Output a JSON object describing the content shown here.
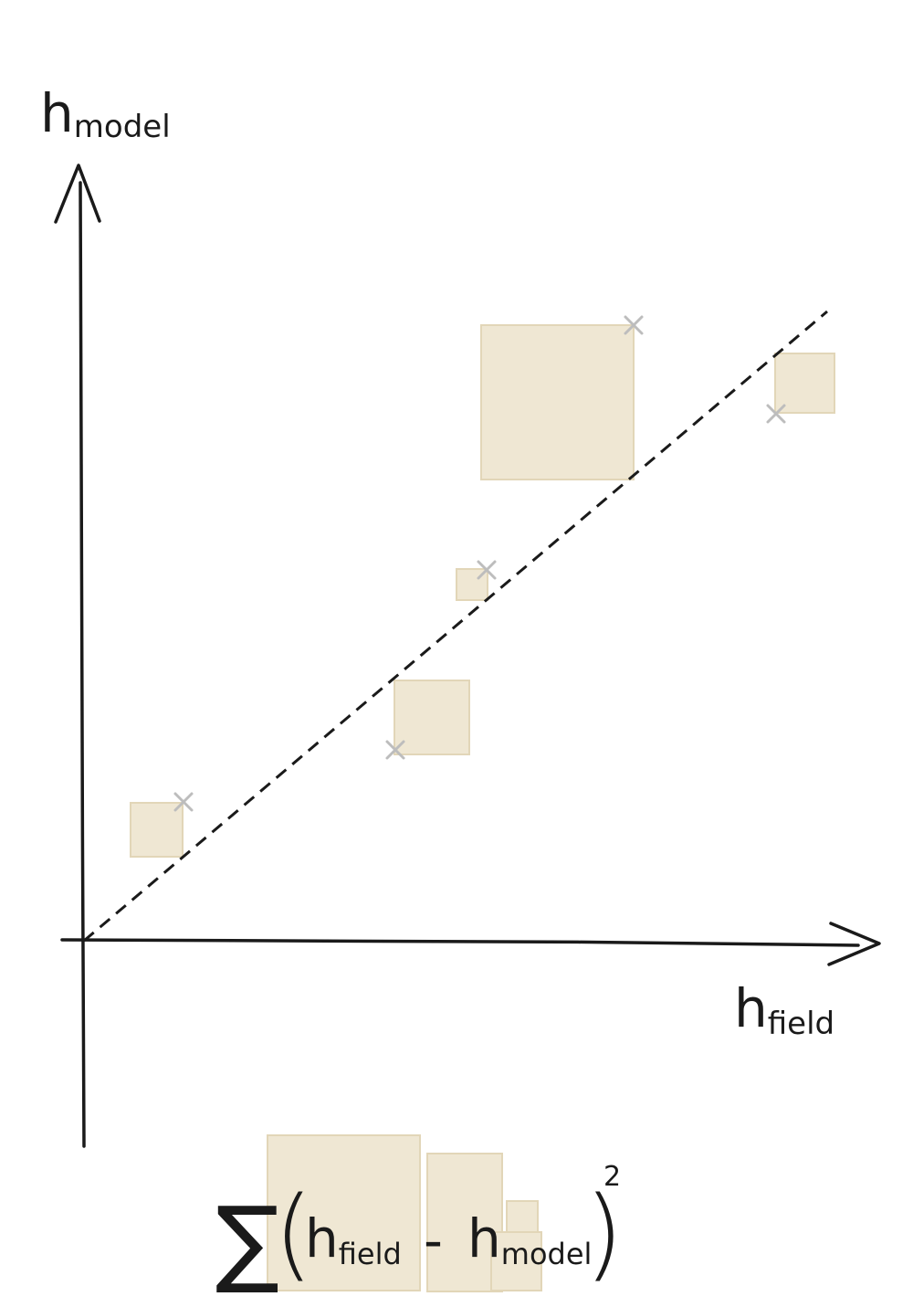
{
  "diagram": {
    "y_axis": {
      "symbol": "h",
      "subscript": "model"
    },
    "x_axis": {
      "symbol": "h",
      "subscript": "field"
    },
    "formula": {
      "sigma": "∑",
      "open_paren": "(",
      "term1": {
        "symbol": "h",
        "subscript": "field"
      },
      "minus": "-",
      "term2": {
        "symbol": "h",
        "subscript": "model"
      },
      "close_paren": ")",
      "exponent": "2"
    },
    "colors": {
      "ink": "#1a1a1a",
      "square_fill": "#efe7d3",
      "square_stroke": "#e2d6b8",
      "marker": "#bdbdbd"
    }
  }
}
